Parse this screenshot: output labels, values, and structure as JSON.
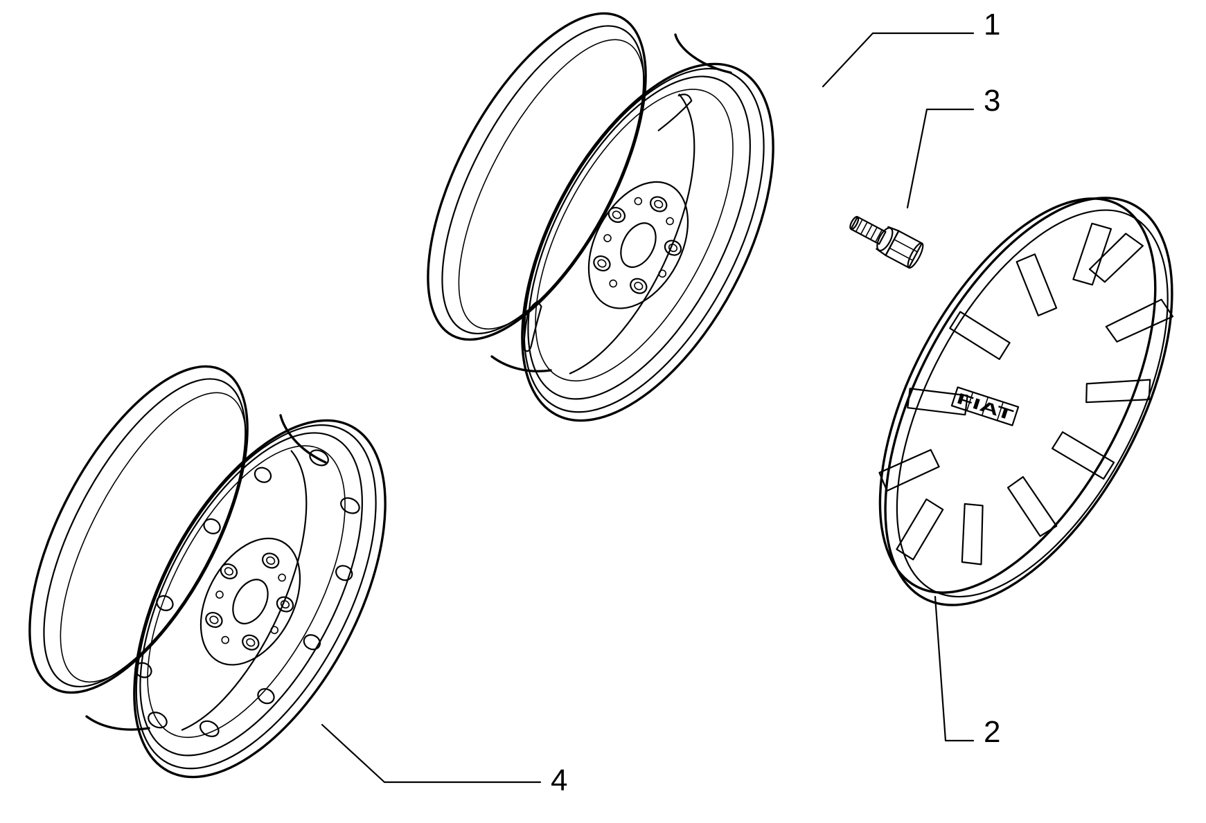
{
  "callouts": [
    {
      "id": "1",
      "label": "1"
    },
    {
      "id": "2",
      "label": "2"
    },
    {
      "id": "3",
      "label": "3"
    },
    {
      "id": "4",
      "label": "4"
    }
  ],
  "hubcap_logo": "FIAT",
  "colors": {
    "line": "#000000",
    "background": "#ffffff"
  }
}
